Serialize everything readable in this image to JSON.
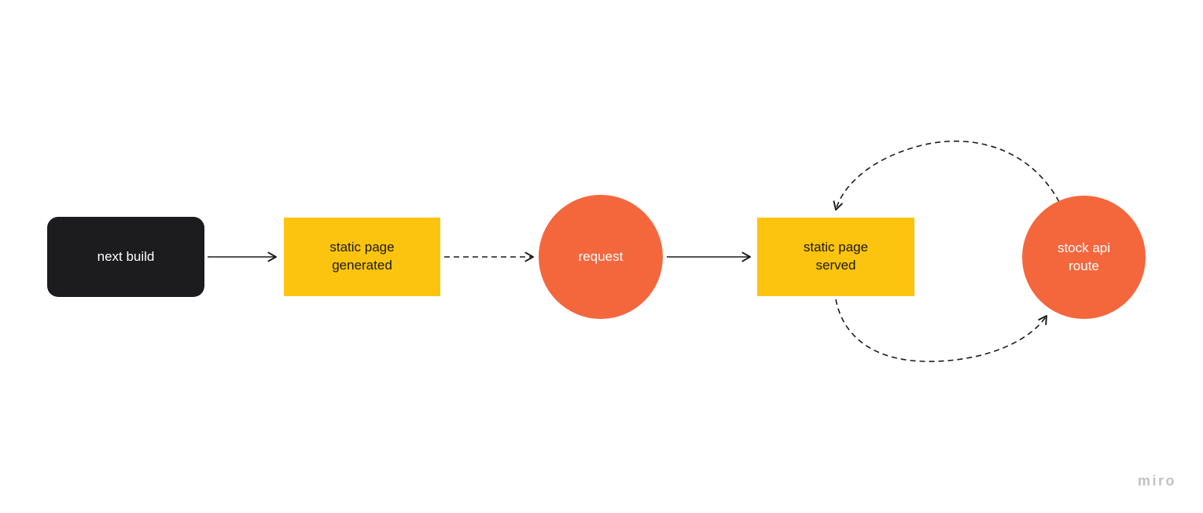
{
  "app": {
    "watermark": "miro"
  },
  "colors": {
    "canvas_bg": "#ffffff",
    "node_black": "#1c1c1e",
    "node_yellow": "#fcc40e",
    "node_orange": "#f4673d",
    "connector_stroke": "#1b1b1b",
    "watermark_gray": "#c2c2c2"
  },
  "diagram": {
    "nodes": [
      {
        "id": "next-build",
        "shape": "rounded-rect",
        "label": "next build",
        "fill": "#1c1c1e",
        "text_color": "#ffffff"
      },
      {
        "id": "static-page-generated",
        "shape": "rect",
        "label": "static page generated",
        "fill": "#fcc40e",
        "text_color": "#1a1a1a"
      },
      {
        "id": "request",
        "shape": "circle",
        "label": "request",
        "fill": "#f4673d",
        "text_color": "#ffffff"
      },
      {
        "id": "static-page-served",
        "shape": "rect",
        "label": "static page served",
        "fill": "#fcc40e",
        "text_color": "#1a1a1a"
      },
      {
        "id": "stock-api-route",
        "shape": "circle",
        "label": "stock api route",
        "fill": "#f4673d",
        "text_color": "#ffffff"
      }
    ],
    "connectors": [
      {
        "from": "next-build",
        "to": "static-page-generated",
        "style": "solid",
        "path": "straight"
      },
      {
        "from": "static-page-generated",
        "to": "request",
        "style": "dashed",
        "path": "straight"
      },
      {
        "from": "request",
        "to": "static-page-served",
        "style": "solid",
        "path": "straight"
      },
      {
        "from": "stock-api-route",
        "to": "static-page-served",
        "style": "dashed",
        "path": "curved-top"
      },
      {
        "from": "static-page-served",
        "to": "stock-api-route",
        "style": "dashed",
        "path": "curved-bottom"
      }
    ]
  }
}
